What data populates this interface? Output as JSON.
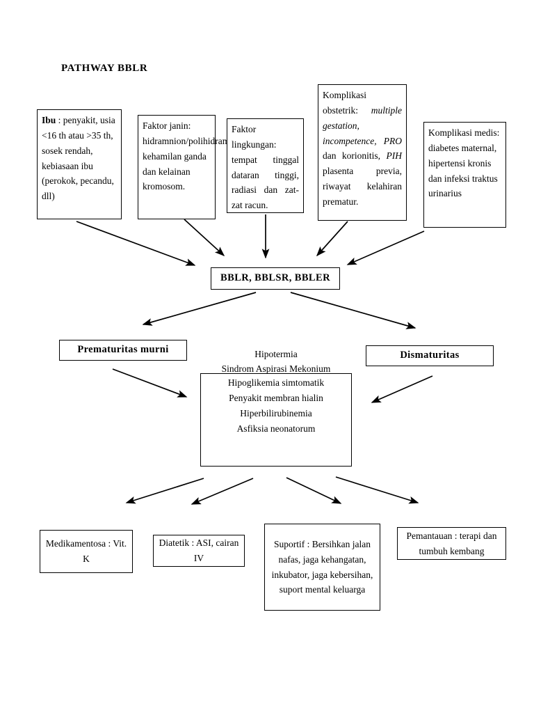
{
  "title": "PATHWAY BBLR",
  "top_boxes": [
    {
      "name": "ibu-factors",
      "lead": "Ibu",
      "text": " : penyakit, usia <16 th atau >35 th, sosek rendah, kebiasaan ibu (perokok, pecandu, dll)"
    },
    {
      "name": "fetal-factors",
      "text": "Faktor janin: hidramnion/polihidramnion, kehamilan ganda dan kelainan kromosom."
    },
    {
      "name": "environmental-factors",
      "text": "Faktor lingkungan: tempat tinggal dataran tinggi, radiasi dan zat-zat racun."
    },
    {
      "name": "obstetric-complications",
      "plain1": "Komplikasi obstetrik: ",
      "italic1": "multiple gestation, incompetence, PRO",
      "plain2": " dan korionitis, ",
      "italic2": "PIH",
      "plain3": " plasenta previa, riwayat kelahiran prematur."
    },
    {
      "name": "medical-complications",
      "text": "Komplikasi medis: diabetes maternal, hipertensi kronis dan infeksi traktus urinarius"
    }
  ],
  "central": {
    "label": "BBLR, BBLSR, BBLER"
  },
  "branches": {
    "left": "Prematuritas murni",
    "right": "Dismaturitas"
  },
  "symptoms": {
    "overflow_lines": [
      "Hipotermia",
      "Sindrom Aspirasi Mekonium"
    ],
    "boxed_lines": [
      "Hipoglikemia simtomatik",
      "Penyakit membran hialin",
      "Hiperbilirubinemia",
      "Asfiksia neonatorum"
    ]
  },
  "treatments": [
    {
      "name": "medikamentosa",
      "text": "Medikamentosa : Vit. K"
    },
    {
      "name": "diatetik",
      "text": "Diatetik : ASI, cairan IV"
    },
    {
      "name": "suportif",
      "text": "Suportif : Bersihkan jalan nafas, jaga kehangatan, inkubator, jaga kebersihan, suport mental keluarga"
    },
    {
      "name": "pemantauan",
      "text": "Pemantauan : terapi dan tumbuh kembang"
    }
  ],
  "colors": {
    "stroke": "#000000",
    "background": "#ffffff"
  }
}
